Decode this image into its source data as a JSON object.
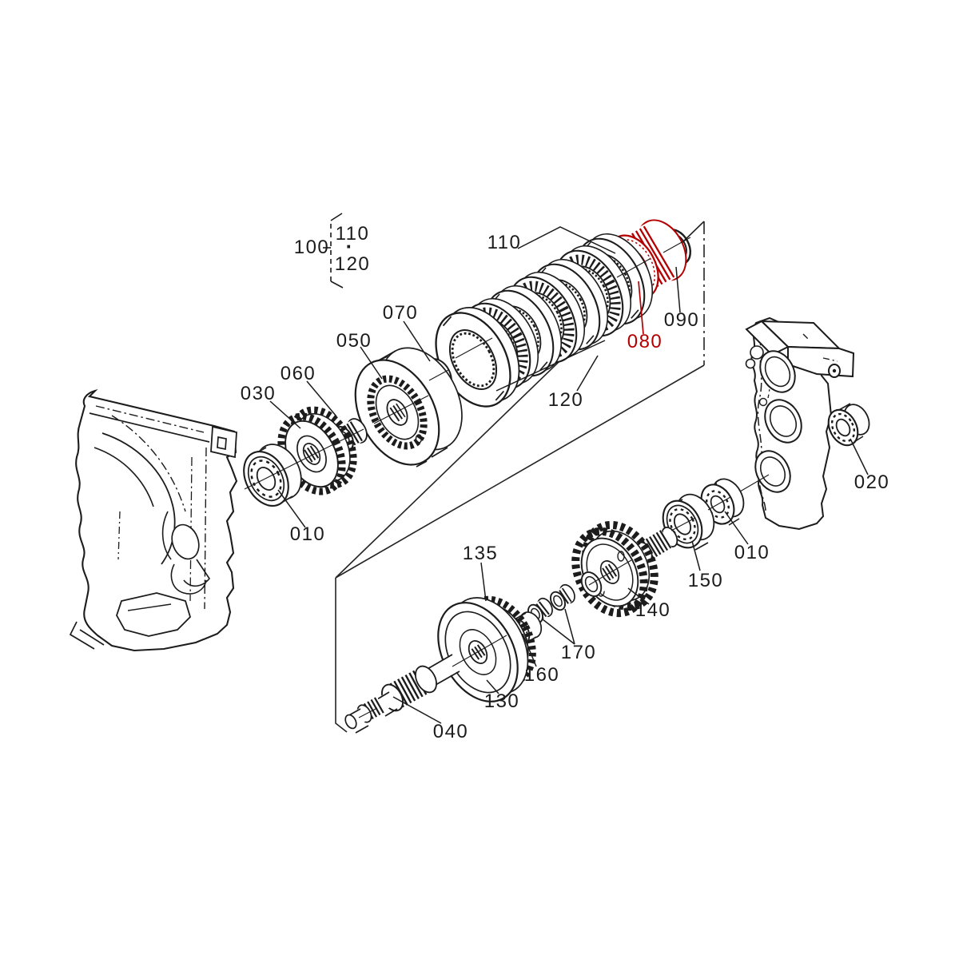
{
  "diagram": {
    "kind": "exploded-parts-diagram",
    "subject": "transmission clutch pack and shaft assembly",
    "background": "#ffffff",
    "line_color": "#1c1c1c",
    "highlight_color": "#b40000",
    "highlighted_part": "080"
  },
  "callouts": {
    "c100": {
      "text": "100"
    },
    "c110g": {
      "text": "110"
    },
    "cdot": {
      "text": "·"
    },
    "c120g": {
      "text": "120"
    },
    "c110": {
      "text": "110"
    },
    "c120": {
      "text": "120"
    },
    "c070": {
      "text": "070"
    },
    "c050": {
      "text": "050"
    },
    "c060": {
      "text": "060"
    },
    "c030": {
      "text": "030"
    },
    "c010a": {
      "text": "010"
    },
    "c080": {
      "text": "080"
    },
    "c090": {
      "text": "090"
    },
    "c020": {
      "text": "020"
    },
    "c010b": {
      "text": "010"
    },
    "c150": {
      "text": "150"
    },
    "c140": {
      "text": "140"
    },
    "c135": {
      "text": "135"
    },
    "c170": {
      "text": "170"
    },
    "c160": {
      "text": "160"
    },
    "c130": {
      "text": "130"
    },
    "c040": {
      "text": "040"
    }
  }
}
